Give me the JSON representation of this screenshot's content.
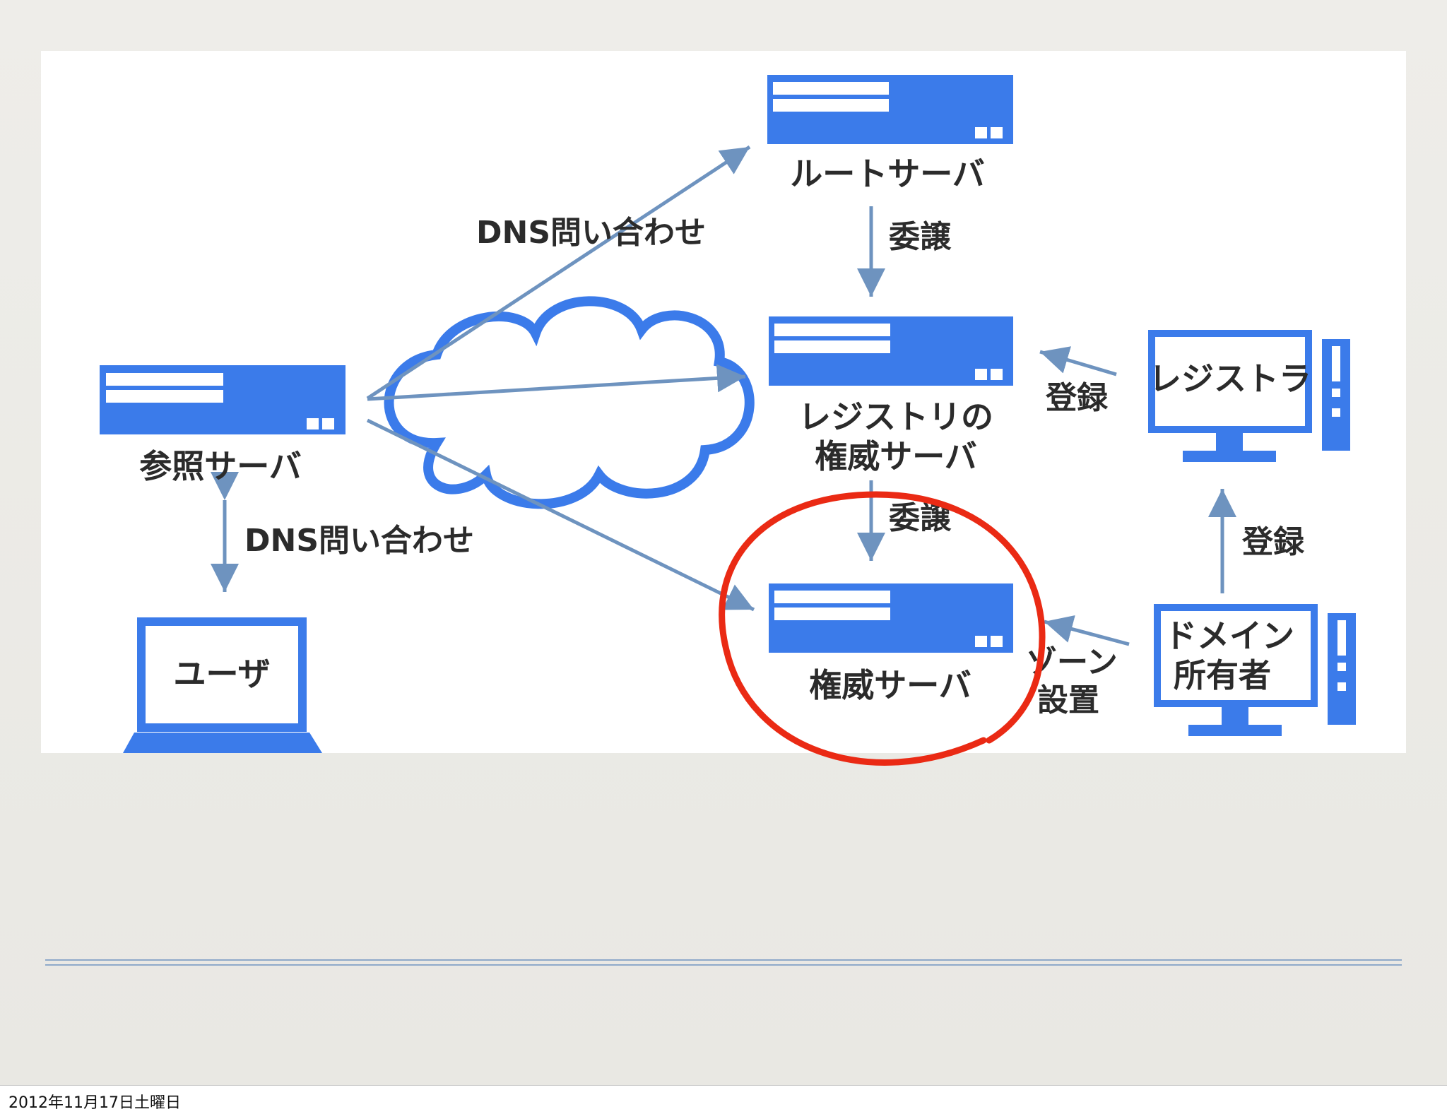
{
  "diagram": {
    "nodes": {
      "root_server": "ルートサーバ",
      "registry_auth_line1": "レジストリの",
      "registry_auth_line2": "権威サーバ",
      "auth_server": "権威サーバ",
      "cache_server": "参照サーバ",
      "user": "ユーザ",
      "registry": "レジストラ",
      "domain_owner_line1": "ドメイン",
      "domain_owner_line2": "所有者"
    },
    "edges": {
      "dns_query_top": "DNS問い合わせ",
      "dns_query_user": "DNS問い合わせ",
      "delegation_1": "委譲",
      "delegation_2": "委譲",
      "register_1": "登録",
      "register_2": "登録",
      "zone_setup_line1": "ゾーン",
      "zone_setup_line2": "設置"
    },
    "colors": {
      "server_blue": "#3b7bea",
      "arrow": "#6e93bf",
      "highlight_circle": "#ea2a14"
    }
  },
  "footer": {
    "date": "2012年11月17日土曜日"
  }
}
